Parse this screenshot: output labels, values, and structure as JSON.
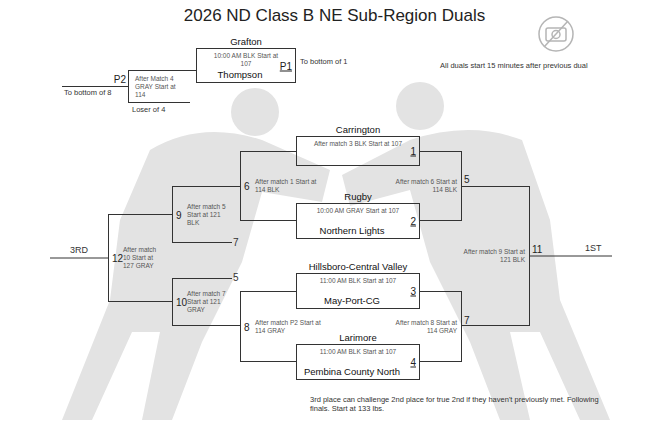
{
  "diagram": {
    "title": "2026 ND Class B NE Sub-Region Duals",
    "nodes": [
      {
        "text": [
          "Grafton",
          "10:00 AM BLK Start at 107",
          "Thompson",
          "P1"
        ]
      },
      {
        "text": [
          "P2",
          "After Match 4 GRAY Start at 114"
        ]
      },
      {
        "text": [
          "Carrington",
          "After match 3 BLK Start at 107",
          "1"
        ]
      },
      {
        "text": [
          "Rugby",
          "10:00 AM GRAY Start at 107",
          "Northern Lights",
          "2"
        ]
      },
      {
        "text": [
          "Hillsboro-Central Valley",
          "11:00 AM BLK Start at 107",
          "May-Port-CG",
          "3"
        ]
      },
      {
        "text": [
          "Larimore",
          "11:00 AM BLK Start at 107",
          "Pembina County North",
          "4"
        ]
      },
      {
        "text": [
          "5",
          "After match 6 Start at 114 BLK"
        ]
      },
      {
        "text": [
          "6",
          "After match 1 Start at 114 BLK"
        ]
      },
      {
        "text": [
          "7",
          "After match 8 Start at 114 GRAY"
        ]
      },
      {
        "text": [
          "8",
          "After match P2 Start at 114 GRAY"
        ]
      },
      {
        "text": [
          "9",
          "After match 5 Start at 121 BLK"
        ]
      },
      {
        "text": [
          "10",
          "After match 7 Start at 121 GRAY"
        ]
      },
      {
        "text": [
          "11",
          "After match 9 Start at 121 BLK"
        ]
      },
      {
        "text": [
          "12",
          "After match 10 Start at 127 GRAY"
        ]
      }
    ],
    "edges": [
      {
        "from": 0,
        "to": 1,
        "arrow": "none"
      },
      {
        "from": 2,
        "to": 6,
        "arrow": "none"
      },
      {
        "from": 3,
        "to": 6,
        "arrow": "none"
      },
      {
        "from": 4,
        "to": 8,
        "arrow": "none"
      },
      {
        "from": 5,
        "to": 8,
        "arrow": "none"
      },
      {
        "from": 2,
        "to": 7,
        "arrow": "none"
      },
      {
        "from": 3,
        "to": 7,
        "arrow": "none"
      },
      {
        "from": 4,
        "to": 9,
        "arrow": "none"
      },
      {
        "from": 5,
        "to": 9,
        "arrow": "none"
      },
      {
        "from": 6,
        "to": 12,
        "arrow": "none"
      },
      {
        "from": 8,
        "to": 12,
        "arrow": "none"
      },
      {
        "from": 7,
        "to": 10,
        "arrow": "none"
      },
      {
        "from": 9,
        "to": 11,
        "arrow": "none"
      },
      {
        "from": 10,
        "to": 13,
        "arrow": "none"
      },
      {
        "from": 11,
        "to": 13,
        "arrow": "none"
      }
    ],
    "labels": [
      "All duals start 15 minutes after previous dual",
      "To bottom of 1",
      "To bottom of 8",
      "Loser of 4",
      "7",
      "5",
      "3RD",
      "1ST",
      "3rd place can challenge 2nd place for true 2nd if they haven't previously met. Following finals. Start at 133 lbs."
    ]
  }
}
